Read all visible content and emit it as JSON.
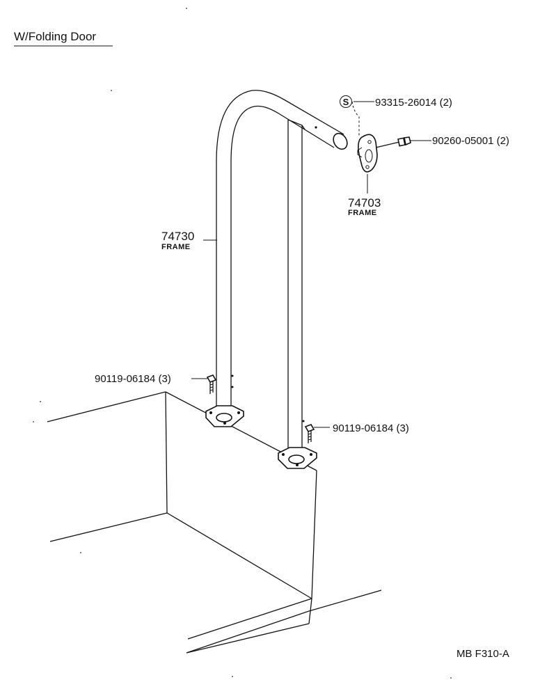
{
  "title": "W/Folding Door",
  "drawing_code": "MB F310-A",
  "callouts": {
    "upper_screw": {
      "part_number": "93315-26014 (2)",
      "symbol": "S"
    },
    "bolt_right": {
      "part_number": "90260-05001 (2)"
    },
    "bracket": {
      "part_number": "74703",
      "name": "FRAME"
    },
    "frame": {
      "part_number": "74730",
      "name": "FRAME"
    },
    "screw_left": {
      "part_number": "90119-06184 (3)"
    },
    "screw_right": {
      "part_number": "90119-06184 (3)"
    }
  }
}
